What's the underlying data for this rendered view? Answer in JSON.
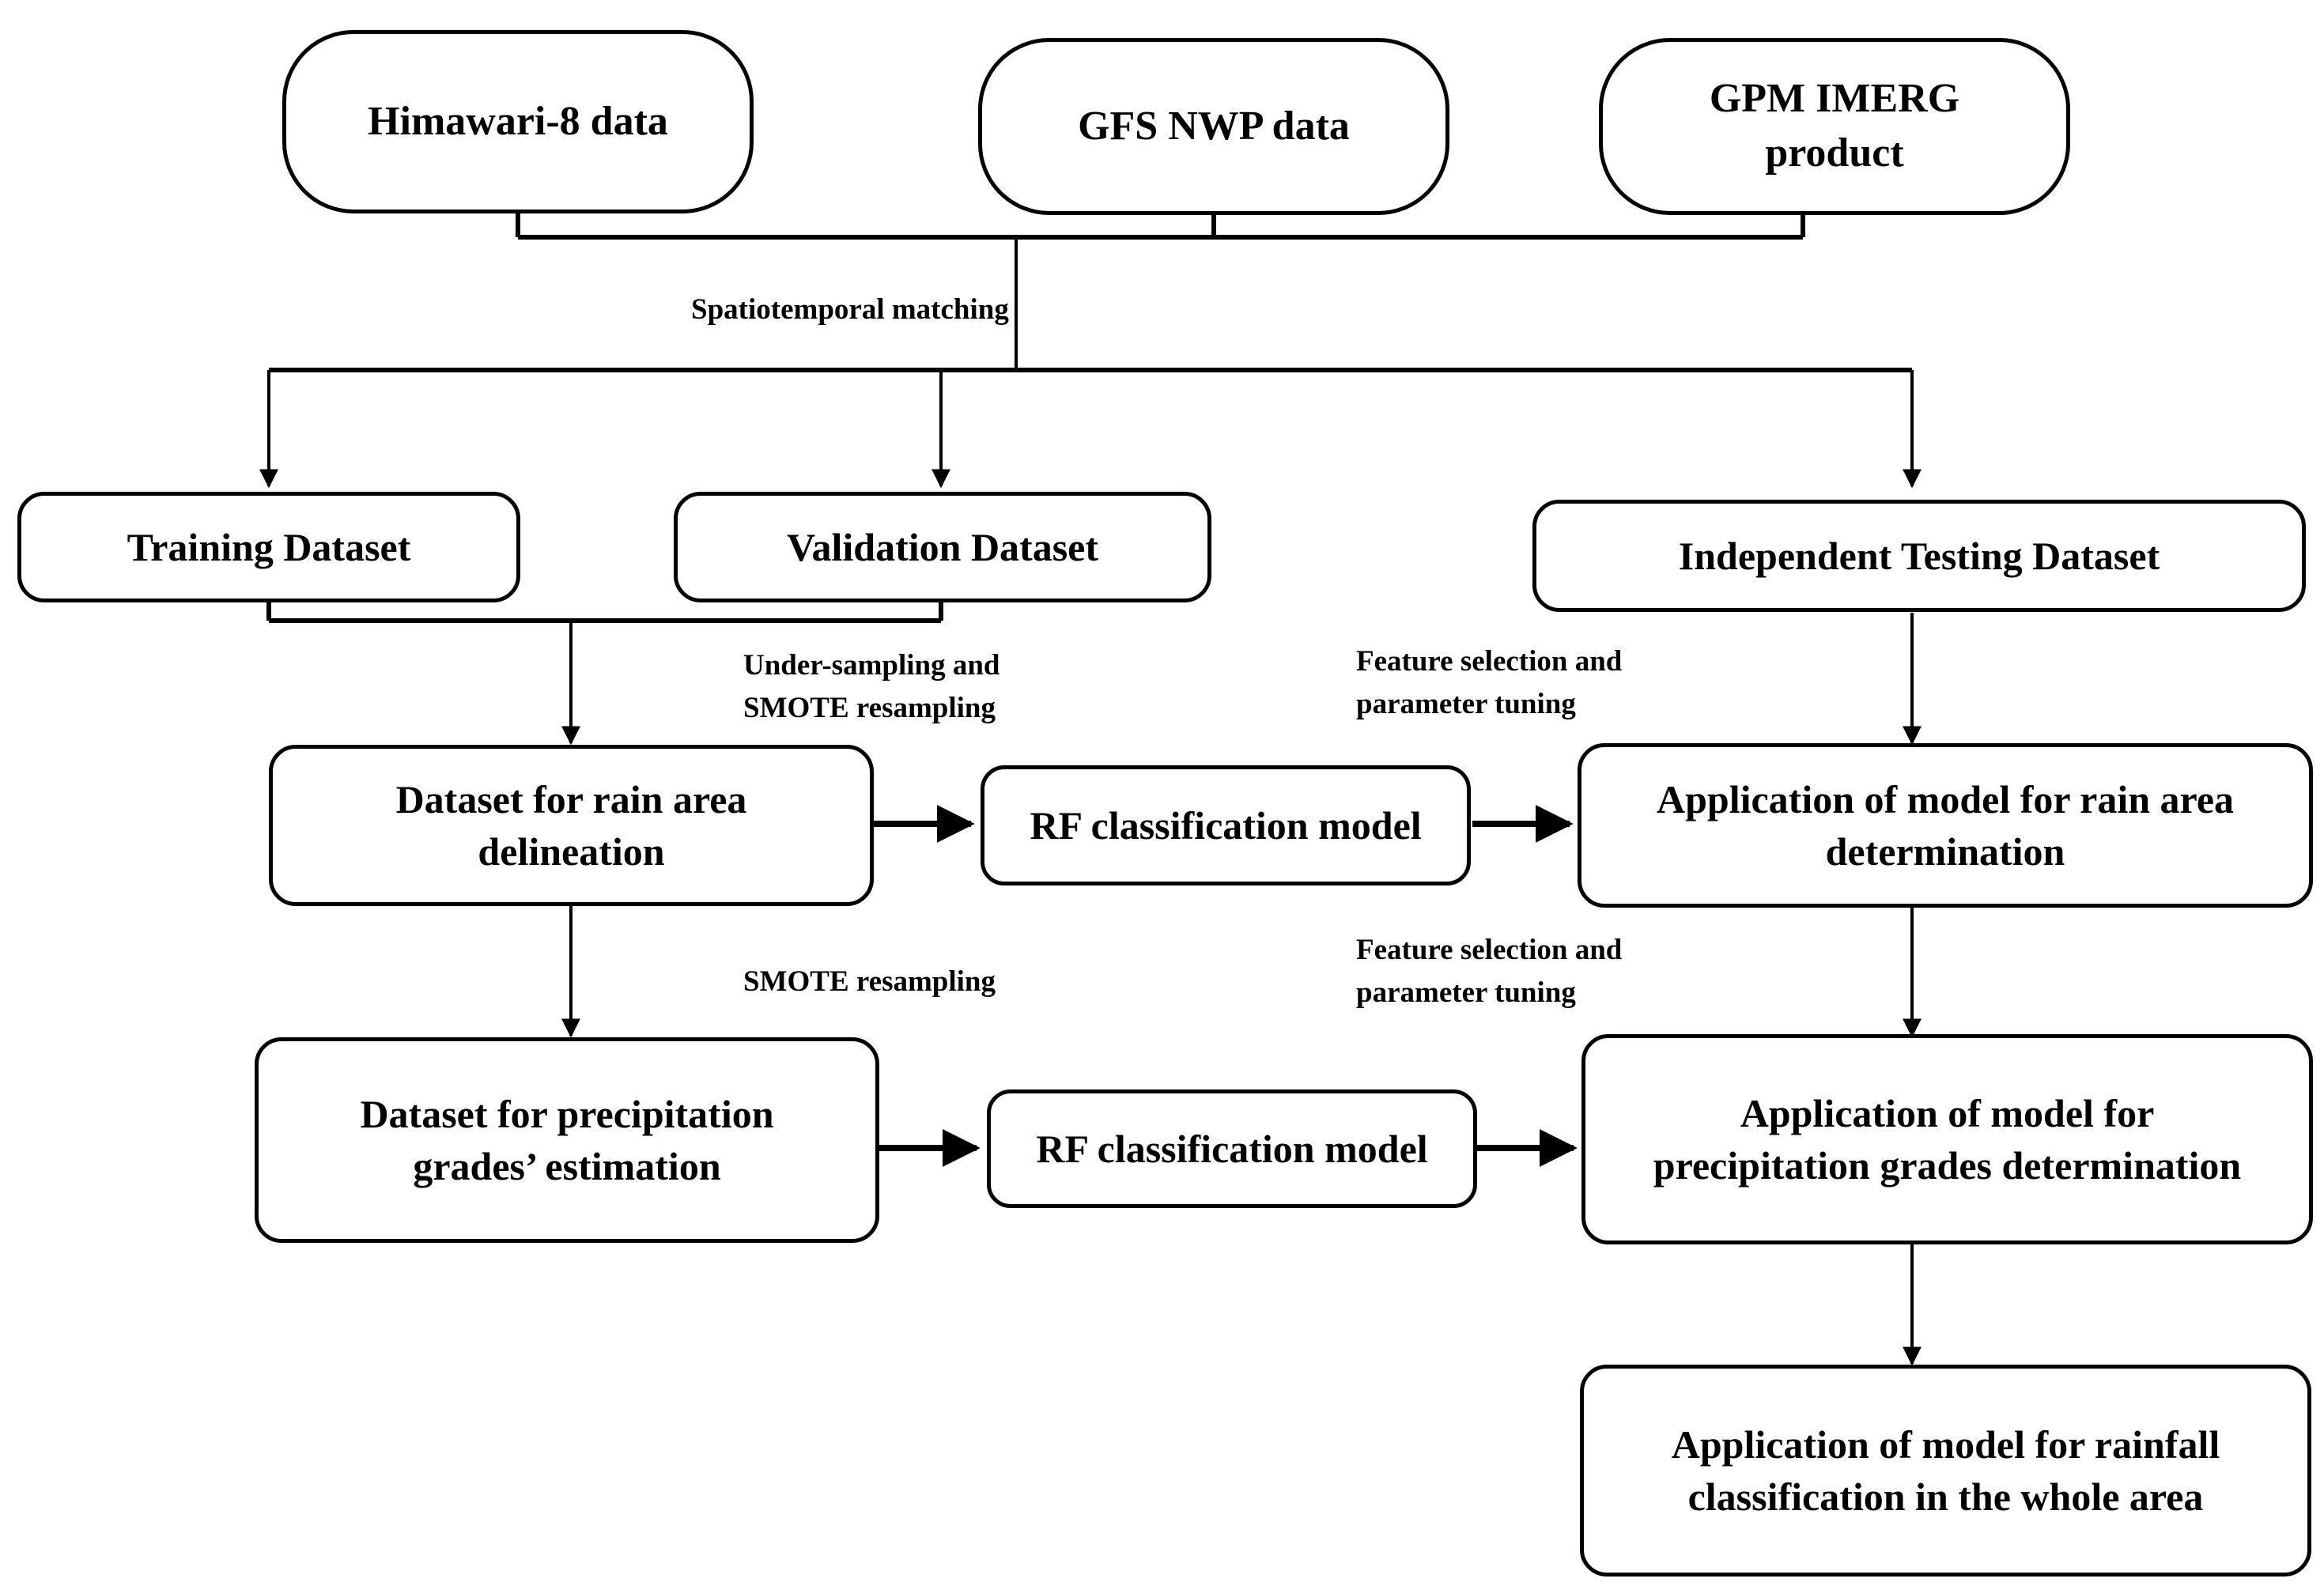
{
  "diagram": {
    "title": "Rainfall classification workflow flowchart",
    "stroke_color": "#000000",
    "background_color": "#ffffff"
  },
  "nodes": {
    "himawari": {
      "label": "Himawari-8 data",
      "shape": "rounded-pill"
    },
    "gfs": {
      "label": "GFS NWP data",
      "shape": "rounded-pill"
    },
    "gpm": {
      "label": "GPM IMERG\nproduct",
      "shape": "rounded-pill"
    },
    "training": {
      "label": "Training Dataset",
      "shape": "rounded-rect"
    },
    "validation": {
      "label": "Validation Dataset",
      "shape": "rounded-rect"
    },
    "testing": {
      "label": "Independent Testing Dataset",
      "shape": "rounded-rect"
    },
    "rain_area_dataset": {
      "label": "Dataset for rain area\ndelineation",
      "shape": "rounded-rect"
    },
    "rf_model_1": {
      "label": "RF classification model",
      "shape": "rounded-rect"
    },
    "app_rain_area": {
      "label": "Application of model for rain area\ndetermination",
      "shape": "rounded-rect"
    },
    "precip_grades_dataset": {
      "label": "Dataset for precipitation\ngrades’ estimation",
      "shape": "rounded-rect"
    },
    "rf_model_2": {
      "label": "RF classification model",
      "shape": "rounded-rect"
    },
    "app_precip_grades": {
      "label": "Application of model for\nprecipitation grades determination",
      "shape": "rounded-rect"
    },
    "app_rainfall_whole": {
      "label": "Application of model for rainfall\nclassification in the whole area",
      "shape": "rounded-rect"
    }
  },
  "edge_labels": {
    "spatiotemporal": "Spatiotemporal matching",
    "undersampling_smote": "Under-sampling and\nSMOTE resampling",
    "feature_selection_1": "Feature selection and\nparameter tuning",
    "smote_resampling": "SMOTE resampling",
    "feature_selection_2": "Feature selection and\nparameter tuning"
  }
}
